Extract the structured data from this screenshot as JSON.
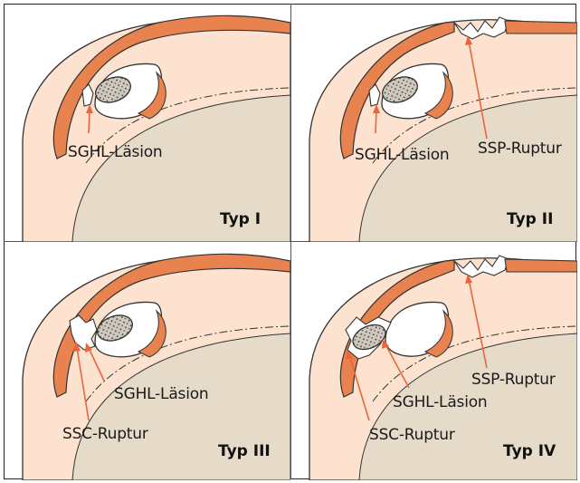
{
  "panels": [
    {
      "type_label": "Typ I",
      "labels": [
        "SGHL-Läsion"
      ]
    },
    {
      "type_label": "Typ II",
      "labels": [
        "SGHL-Läsion",
        "SSP-Ruptur"
      ]
    },
    {
      "type_label": "Typ III",
      "labels": [
        "SGHL-Läsion",
        "SSC-Ruptur"
      ]
    },
    {
      "type_label": "Typ IV",
      "labels": [
        "SSP-Ruptur",
        "SGHL-Läsion",
        "SSC-Ruptur"
      ]
    }
  ],
  "colors": {
    "arrow": "#e8663c",
    "tendon_orange": "#e8824e",
    "capsule_peach": "#fde3cf",
    "bone_beige": "#e6dbc9",
    "outline": "#333333"
  }
}
